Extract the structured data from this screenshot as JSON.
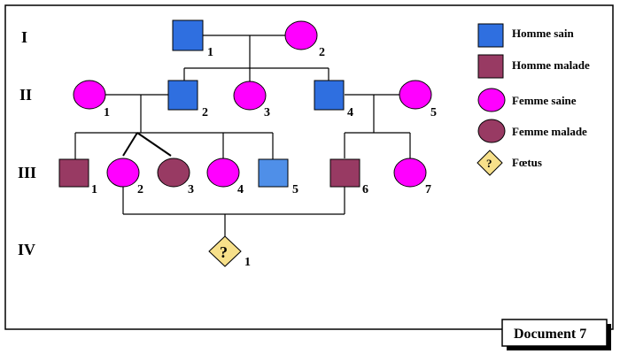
{
  "generations": [
    "I",
    "II",
    "III",
    "IV"
  ],
  "individuals": {
    "I_1": {
      "label": "1",
      "status": "Homme sain"
    },
    "I_2": {
      "label": "2",
      "status": "Femme saine"
    },
    "II_1": {
      "label": "1",
      "status": "Femme saine"
    },
    "II_2": {
      "label": "2",
      "status": "Homme sain"
    },
    "II_3": {
      "label": "3",
      "status": "Femme saine"
    },
    "II_4": {
      "label": "4",
      "status": "Homme sain"
    },
    "II_5": {
      "label": "5",
      "status": "Femme saine"
    },
    "III_1": {
      "label": "1",
      "status": "Homme malade"
    },
    "III_2": {
      "label": "2",
      "status": "Femme saine"
    },
    "III_3": {
      "label": "3",
      "status": "Femme malade"
    },
    "III_4": {
      "label": "4",
      "status": "Femme saine"
    },
    "III_5": {
      "label": "5",
      "status": "Homme sain"
    },
    "III_6": {
      "label": "6",
      "status": "Homme malade"
    },
    "III_7": {
      "label": "7",
      "status": "Femme saine"
    },
    "IV_1": {
      "label": "1",
      "status": "Fœtus",
      "symbol": "?"
    }
  },
  "legend": {
    "homme_sain": "Homme sain",
    "homme_malade": "Homme malade",
    "femme_saine": "Femme saine",
    "femme_malade": "Femme malade",
    "foetus": "Fœtus",
    "foetus_symbol": "?"
  },
  "colors": {
    "male_healthy": "#2f6fe0",
    "male_healthy_light": "#4f8fe8",
    "affected": "#983a63",
    "female_healthy": "#ff00ff",
    "foetus": "#f7e08a"
  },
  "document_label": "Document 7"
}
